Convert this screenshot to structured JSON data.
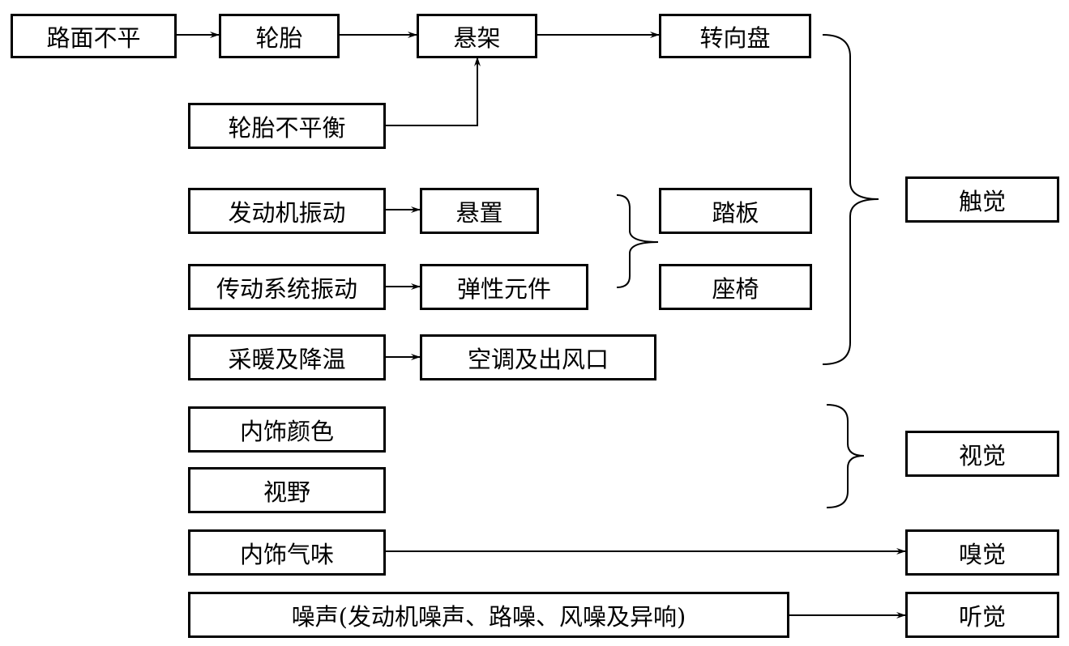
{
  "nodes": {
    "road_uneven": "路面不平",
    "tire": "轮胎",
    "suspension": "悬架",
    "steering_wheel": "转向盘",
    "tire_imbalance": "轮胎不平衡",
    "engine_vibration": "发动机振动",
    "mount": "悬置",
    "pedal": "踏板",
    "drivetrain_vibration": "传动系统振动",
    "elastic_element": "弹性元件",
    "seat": "座椅",
    "hvac": "采暖及降温",
    "ac_vent": "空调及出风口",
    "interior_color": "内饰颜色",
    "field_of_view": "视野",
    "interior_odor": "内饰气味",
    "noise": "噪声(发动机噪声、路噪、风噪及异响)",
    "touch": "触觉",
    "vision": "视觉",
    "smell": "嗅觉",
    "hearing": "听觉"
  },
  "line_color": "#000000"
}
